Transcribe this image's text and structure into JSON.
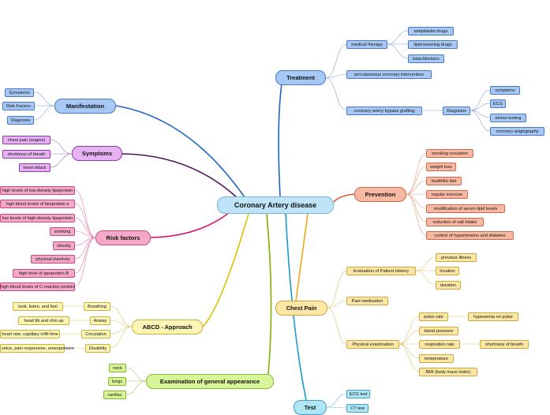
{
  "center": "Coronary Artery disease",
  "colors": {
    "manifestation": "#1f63c3",
    "symptoms": "#54105e",
    "risk": "#d4156b",
    "abcd": "#e0c000",
    "exam": "#7cb000",
    "treatment": "#1f63c3",
    "prevention": "#e0502a",
    "chestpain": "#f0a818",
    "test": "#1a9ad0"
  },
  "branches": {
    "manifestation": {
      "label": "Manifestation",
      "children": [
        "Symptoms",
        "Risk Factors",
        "Diagnosis"
      ]
    },
    "symptoms": {
      "label": "Symptoms",
      "children": [
        "chest pain (angina)",
        "shortness of breath",
        "heart attack"
      ]
    },
    "risk": {
      "label": "Risk factors",
      "children": [
        "high levels of low-density lipoprotein",
        "high blood levels of lipoprotein a",
        "low levels of high-density lipoprotein",
        "smoking",
        "obesity",
        "physical inactivity",
        "high level of apoprotein B",
        "high blood levels of C-reaction protein"
      ]
    },
    "abcd": {
      "label": "ABCD - Approach",
      "items": [
        {
          "label": "Breathing",
          "detail": "look, listen, and feel"
        },
        {
          "label": "Airway",
          "detail": "head tilt and chin up"
        },
        {
          "label": "Circulation",
          "detail": "heart rate, capillary refill time"
        },
        {
          "label": "Disability",
          "detail": "alert, voice, pain responsive, unresponsive"
        }
      ]
    },
    "exam": {
      "label": "Examination of general appearance",
      "children": [
        "neck",
        "lungs",
        "cardiac"
      ]
    },
    "treatment": {
      "label": "Treatment",
      "medical": {
        "label": "medical therapy",
        "children": [
          "antiplatelet drugs",
          "lipid-lowering drugs",
          "beta-blockers"
        ]
      },
      "pci": "percutaneous coronary intervention",
      "cabg": {
        "label": "coronary artery bypass grafting",
        "diagnosis": {
          "label": "Diagnosis",
          "children": [
            "symptoms",
            "ECG",
            "stress testing",
            "coronary angiography"
          ]
        }
      }
    },
    "prevention": {
      "label": "Prevention",
      "children": [
        "smoking cessation",
        "weight loss",
        "healthful diet",
        "regular exercise",
        "modification of serum lipid levels",
        "reduction of salt intake",
        "control of hypertension and diabetes"
      ]
    },
    "chestpain": {
      "label": "Chest Pain",
      "history": {
        "label": "Evaluation of Patient History",
        "children": [
          "previous illness",
          "location",
          "duration"
        ]
      },
      "past": "Past medication",
      "physical": {
        "label": "Physical examination",
        "items": [
          {
            "label": "pulse rate",
            "detail": "hyposemia on pulse"
          },
          {
            "label": "blood pressure"
          },
          {
            "label": "respiration rate",
            "detail": "shortness of breath"
          },
          {
            "label": "temperature"
          },
          {
            "label": "BMI (body mass index)"
          }
        ]
      }
    },
    "test": {
      "label": "Test",
      "children": [
        "ECG test",
        "CT test"
      ]
    }
  }
}
